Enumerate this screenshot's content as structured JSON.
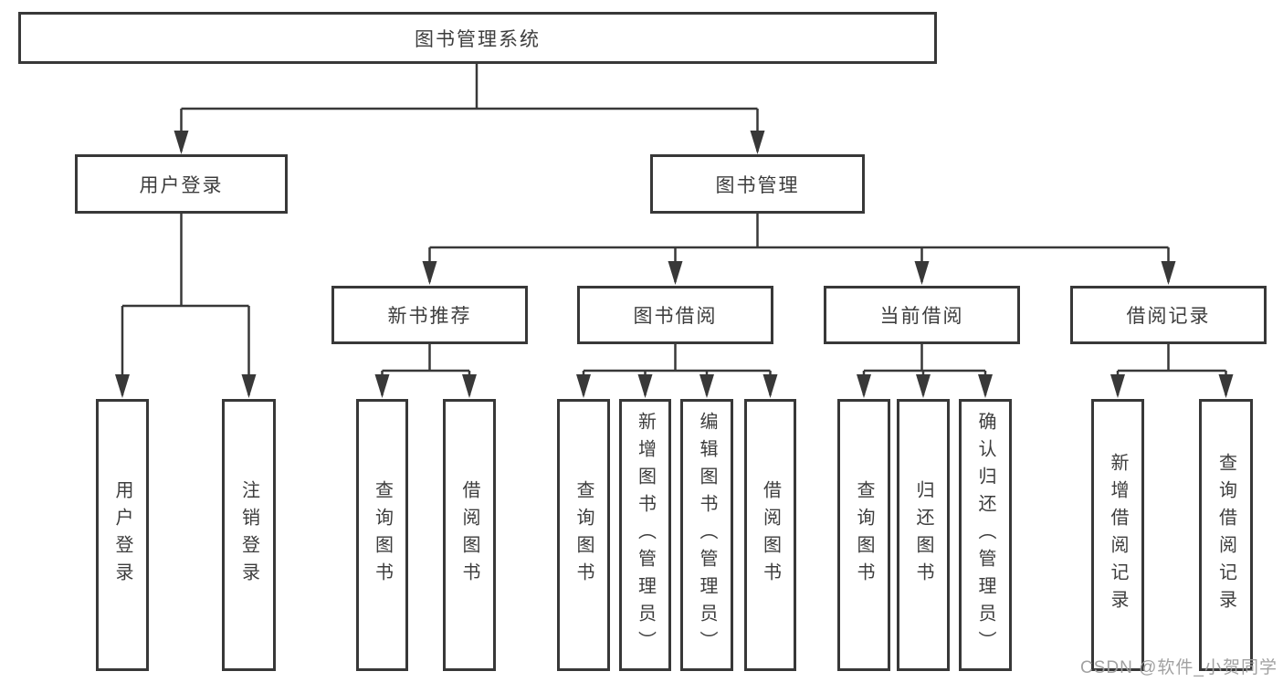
{
  "nodes": {
    "root": "图书管理系统",
    "user_login": "用户登录",
    "book_management": "图书管理",
    "new_book_recommendation": "新书推荐",
    "book_borrowing": "图书借阅",
    "current_borrowing": "当前借阅",
    "borrowing_records": "借阅记录"
  },
  "leaves": {
    "user_login": "用户登录",
    "logout": "注销登录",
    "recommend_query_books": "查询图书",
    "recommend_borrow_books": "借阅图书",
    "borrow_query_books": "查询图书",
    "borrow_add_books": "新增图书（管理员）",
    "borrow_edit_books": "编辑图书（管理员）",
    "borrow_borrow_books": "借阅图书",
    "current_query_books": "查询图书",
    "current_return_books": "归还图书",
    "current_confirm_return": "确认归还（管理员）",
    "records_add": "新增借阅记录",
    "records_query": "查询借阅记录"
  },
  "watermark": "CSDN @软件_小贺同学",
  "colors": {
    "line": "#383838",
    "text": "#3d3d3d",
    "watermark": "#9d9d9d",
    "background": "#ffffff"
  }
}
